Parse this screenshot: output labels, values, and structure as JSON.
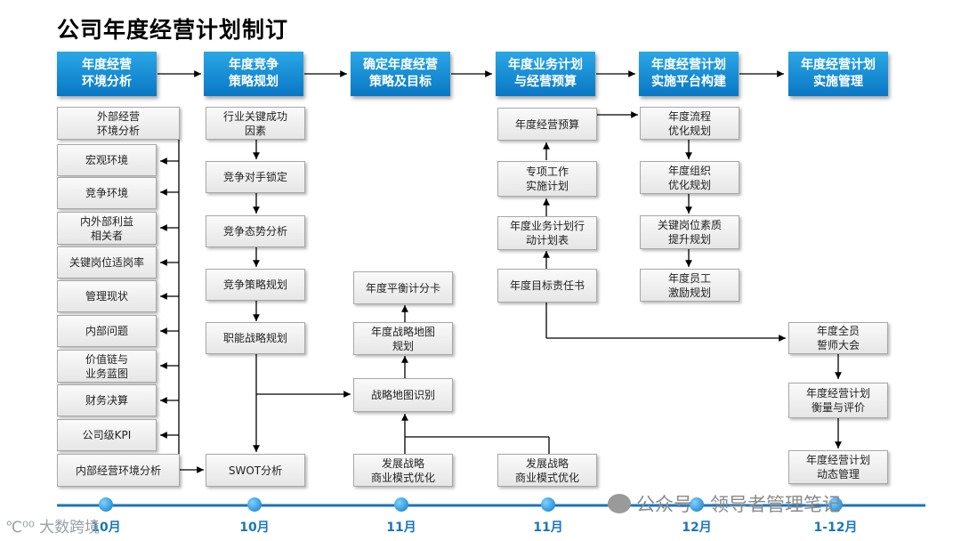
{
  "title": "公司年度经营计划制订",
  "headers": [
    "年度经营\n环境分析",
    "年度竞争\n策略规划",
    "确定年度经营\n策略及目标",
    "年度业务计划\n与经营预算",
    "年度经营计划\n实施平台构建",
    "年度经营计划\n实施管理"
  ],
  "col1": [
    "外部经营\n环境分析",
    "宏观环境",
    "竞争环境",
    "内外部利益\n相关者",
    "关键岗位适岗率",
    "管理现状",
    "内部问题",
    "价值链与\n业务蓝图",
    "财务决算",
    "公司级KPI",
    "内部经营环境分析"
  ],
  "col2": [
    "行业关键成功\n因素",
    "竞争对手锁定",
    "竞争态势分析",
    "竞争策略规划",
    "职能战略规划",
    "SWOT分析"
  ],
  "col3": [
    "年度平衡计分卡",
    "年度战略地图\n规划",
    "战略地图识别",
    "发展战略\n商业模式优化"
  ],
  "col4": [
    "年度经营预算",
    "专项工作\n实施计划",
    "年度业务计划行\n动计划表",
    "年度目标责任书",
    "发展战略\n商业模式优化"
  ],
  "col5": [
    "年度流程\n优化规划",
    "年度组织\n优化规划",
    "关键岗位素质\n提升规划",
    "年度员工\n激励规划"
  ],
  "col6": [
    "年度全员\n誓师大会",
    "年度经营计划\n衡量与评价",
    "年度经营计划\n动态管理"
  ],
  "timeline": [
    "10月",
    "10月",
    "11月",
    "11月",
    "12月",
    "1-12月"
  ],
  "watermarks": {
    "right": "公众号 · 领导者管理笔记",
    "left": "大数跨境"
  },
  "colors": {
    "header_blue": "#0a77c4",
    "timeline_blue": "#1a75bd"
  }
}
